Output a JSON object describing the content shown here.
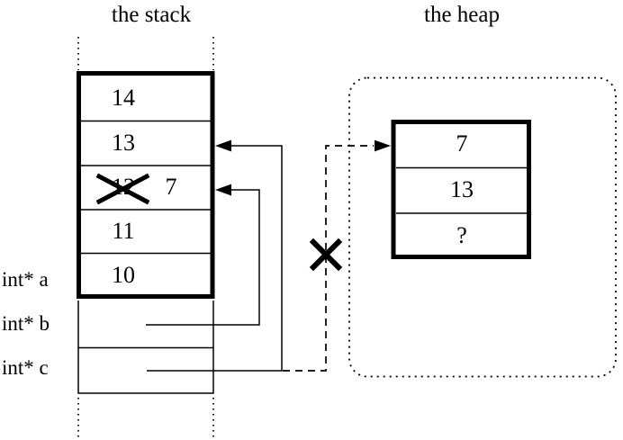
{
  "titles": {
    "stack": "the stack",
    "heap": "the heap"
  },
  "stack": {
    "rows": [
      {
        "value": "14"
      },
      {
        "value": "13"
      },
      {
        "value": "12",
        "crossed_out": true,
        "new_value": "7"
      },
      {
        "value": "11"
      },
      {
        "value": "10"
      }
    ],
    "pointer_labels": [
      {
        "label": "int* a"
      },
      {
        "label": "int* b"
      },
      {
        "label": "int* c"
      }
    ]
  },
  "heap": {
    "rows": [
      {
        "value": "7"
      },
      {
        "value": "13"
      },
      {
        "value": "?"
      }
    ]
  },
  "colors": {
    "ink": "#000000",
    "background": "#ffffff"
  }
}
